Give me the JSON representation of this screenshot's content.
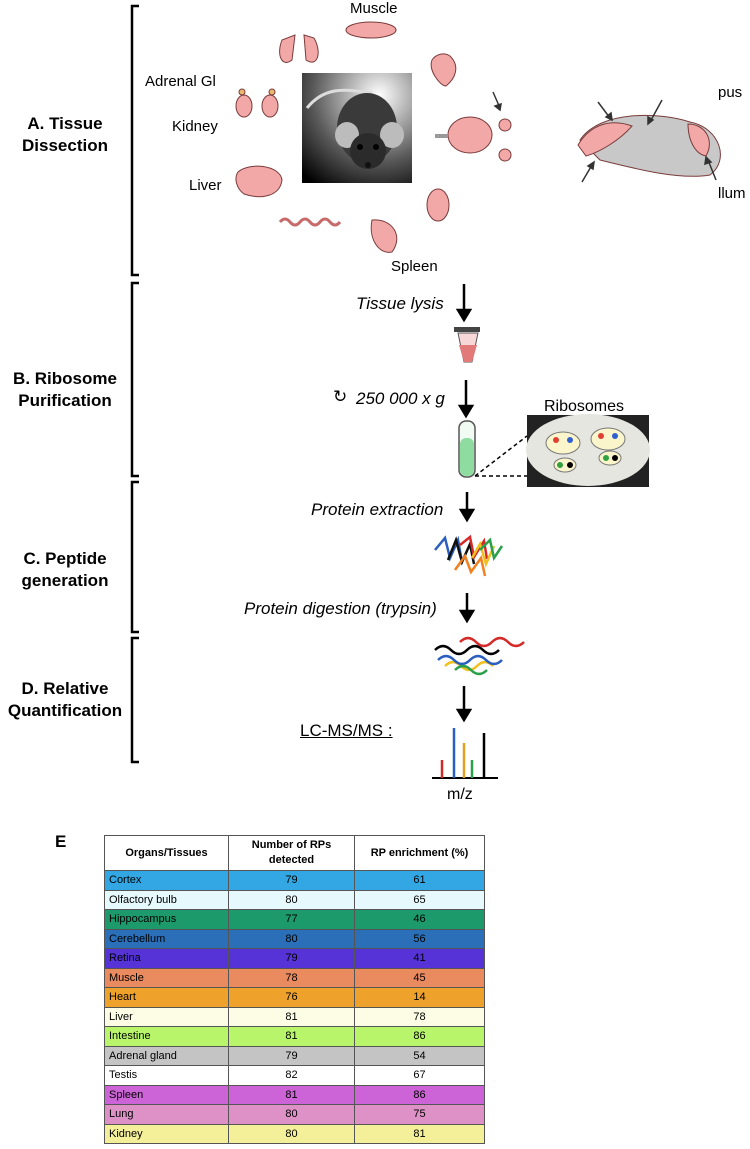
{
  "sections": {
    "a": "A. Tissue Dissection",
    "b": "B. Ribosome Purification",
    "c": "C. Peptide generation",
    "d": "D. Relative Quantification",
    "e": "E"
  },
  "organs": {
    "muscle": "Muscle",
    "adrenal": "Adrenal Gl",
    "kidney": "Kidney",
    "liver": "Liver",
    "spleen": "Spleen",
    "hippocampus_part": "pus",
    "cerebellum_part": "llum"
  },
  "steps": {
    "lysis": "Tissue lysis",
    "centrifuge": "250 000 x g",
    "ribosomes": "Ribosomes",
    "extraction": "Protein extraction",
    "digestion": "Protein digestion (trypsin)",
    "lcms": "LC-MS/MS :",
    "mz": "m/z"
  },
  "table": {
    "headers": [
      "Organs/Tissues",
      "Number of RPs detected",
      "RP enrichment (%)"
    ],
    "rows": [
      {
        "organ": "Cortex",
        "rps": "79",
        "enrichment": "61",
        "color": "#33a7e3"
      },
      {
        "organ": "Olfactory bulb",
        "rps": "80",
        "enrichment": "65",
        "color": "#e6f9fc"
      },
      {
        "organ": "Hippocampus",
        "rps": "77",
        "enrichment": "46",
        "color": "#1d9a6c"
      },
      {
        "organ": "Cerebellum",
        "rps": "80",
        "enrichment": "56",
        "color": "#2a6fb8"
      },
      {
        "organ": "Retina",
        "rps": "79",
        "enrichment": "41",
        "color": "#5533d6"
      },
      {
        "organ": "Muscle",
        "rps": "78",
        "enrichment": "45",
        "color": "#ea8a5f"
      },
      {
        "organ": "Heart",
        "rps": "76",
        "enrichment": "14",
        "color": "#eea22b"
      },
      {
        "organ": "Liver",
        "rps": "81",
        "enrichment": "78",
        "color": "#fdfde6"
      },
      {
        "organ": "Intestine",
        "rps": "81",
        "enrichment": "86",
        "color": "#b8f56b"
      },
      {
        "organ": "Adrenal gland",
        "rps": "79",
        "enrichment": "54",
        "color": "#c4c4c4"
      },
      {
        "organ": "Testis",
        "rps": "82",
        "enrichment": "67",
        "color": "#ffffff"
      },
      {
        "organ": "Spleen",
        "rps": "81",
        "enrichment": "86",
        "color": "#cc63d6"
      },
      {
        "organ": "Lung",
        "rps": "80",
        "enrichment": "75",
        "color": "#de91c6"
      },
      {
        "organ": "Kidney",
        "rps": "80",
        "enrichment": "81",
        "color": "#f4ef99"
      }
    ]
  }
}
